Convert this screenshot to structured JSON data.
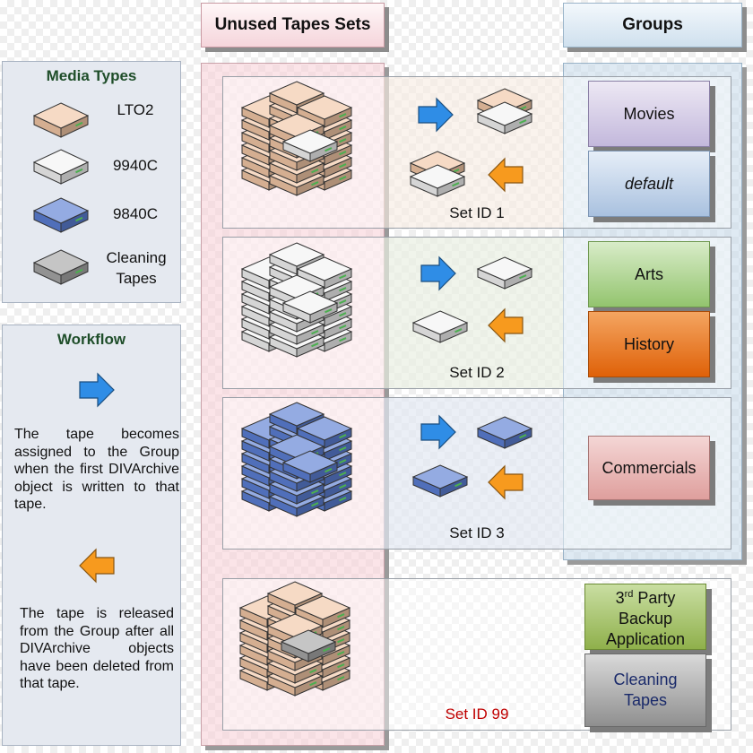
{
  "headers": {
    "unused": "Unused Tapes Sets",
    "groups": "Groups"
  },
  "media_types": {
    "title": "Media Types",
    "items": [
      {
        "label": "LTO2",
        "color": "#f1c6a5"
      },
      {
        "label": "9940C",
        "color": "#f2f2f2"
      },
      {
        "label": "9840C",
        "color": "#5b7ed3"
      },
      {
        "label": "Cleaning Tapes",
        "color": "#a6a6a6"
      }
    ]
  },
  "workflow": {
    "title": "Workflow",
    "assign_text": "The tape becomes assigned to the Group when the first DIVArchive object is written to that tape.",
    "release_text": "The tape is released from the Group after all DIVArchive objects have been deleted from that tape."
  },
  "sets": [
    {
      "label": "Set ID 1",
      "color": "#f0dccb"
    },
    {
      "label": "Set ID 2",
      "color": "#dde6d2"
    },
    {
      "label": "Set ID 3",
      "color": "#d3dcec"
    },
    {
      "label": "Set ID 99",
      "color": "#c00000"
    }
  ],
  "groups": {
    "movies": {
      "label": "Movies",
      "color": "#c9c0df"
    },
    "default": {
      "label": "default",
      "color": "#b8cce4"
    },
    "arts": {
      "label": "Arts",
      "color": "#a9d18e"
    },
    "history": {
      "label": "History",
      "color": "#e46c0a"
    },
    "commercials": {
      "label": "Commercials",
      "color": "#e6b9b8"
    },
    "third_party": {
      "sup": "rd",
      "label_num": "3",
      "line1": "Party",
      "line2": "Backup",
      "line3": "Application",
      "color": "#9bbb59"
    },
    "cleaning": {
      "line1": "Cleaning",
      "line2": "Tapes",
      "color": "#a6a6a6"
    }
  },
  "arrow_colors": {
    "assign": "#2f8de6",
    "release": "#f79a1e"
  }
}
